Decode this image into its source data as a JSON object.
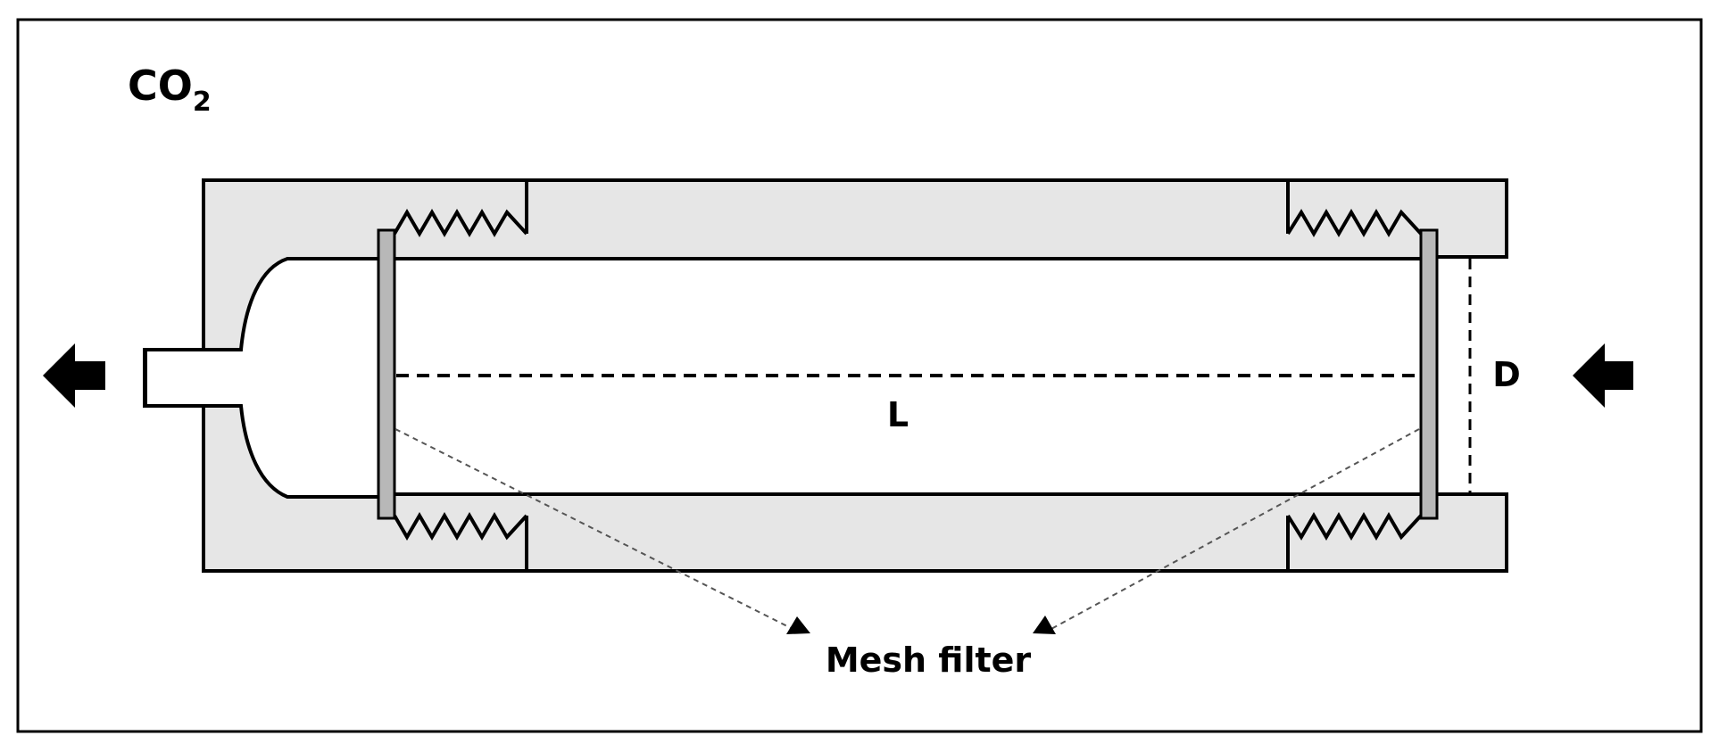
{
  "labels": {
    "gas_main": "CO",
    "gas_subscript": "2",
    "length": "L",
    "diameter": "D",
    "mesh": "Mesh filter"
  },
  "colors": {
    "housing_fill": "#e6e6e6",
    "stroke": "#000000",
    "mesh_fill": "#b8b8b8",
    "leader": "#555555",
    "background": "#ffffff"
  },
  "flow": {
    "inlet": "right",
    "outlet": "left"
  }
}
